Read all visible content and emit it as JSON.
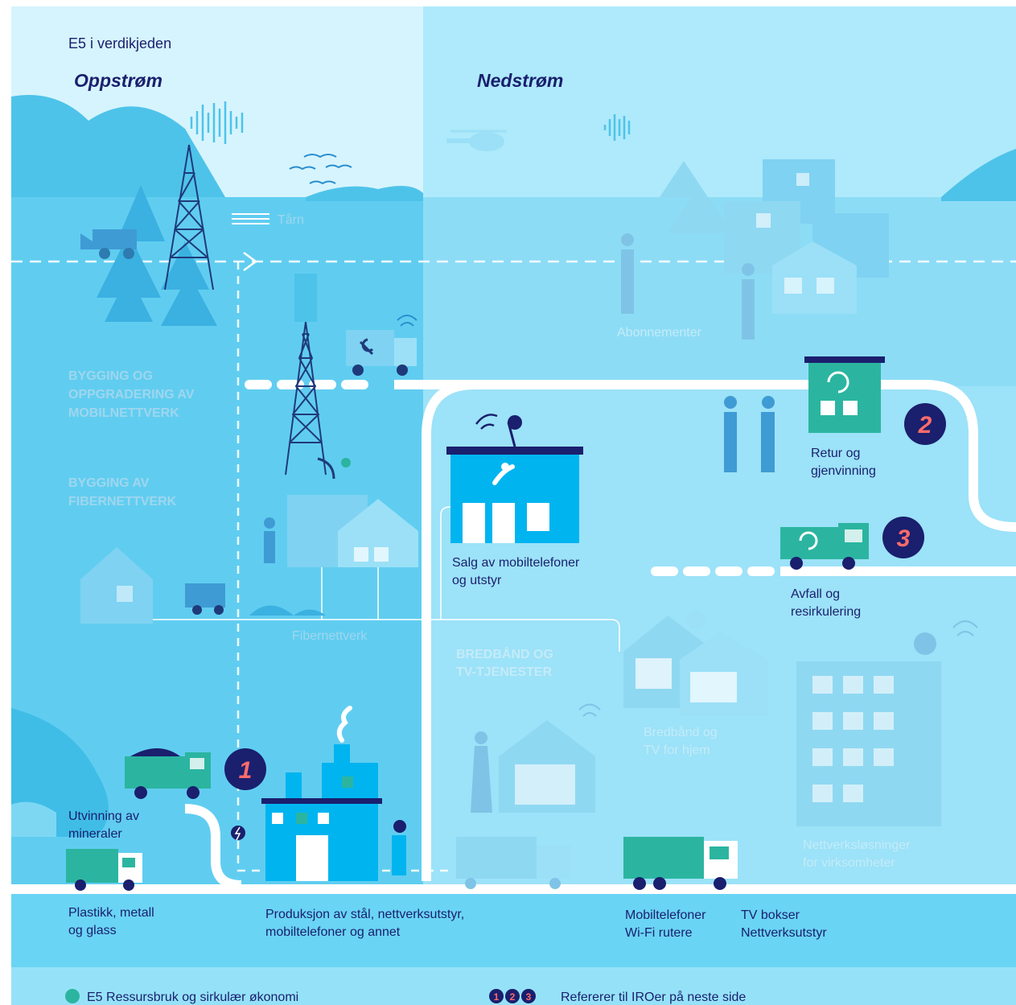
{
  "header": {
    "title": "E5 i verdikjeden",
    "upstream": "Oppstrøm",
    "downstream": "Nedstrøm"
  },
  "labels": {
    "tower": "Tårn",
    "subscriptions": "Abonnementer",
    "mobile_network": [
      "BYGGING OG",
      "OPPGRADERING AV",
      "MOBILNETTVERK"
    ],
    "fiber_network_build": [
      "BYGGING AV",
      "FIBERNETTVERK"
    ],
    "fiber_network": "Fibernettverk",
    "broadband_tv_services": [
      "BREDBÅND OG",
      "TV-TJENESTER"
    ],
    "broadband_home": [
      "Bredbånd og",
      "TV for hjem"
    ],
    "business_network": [
      "Nettverksløsninger",
      "for virksomheter"
    ],
    "sales": [
      "Salg av mobiltelefoner",
      "og utstyr"
    ],
    "return_recycling": [
      "Retur og",
      "gjenvinning"
    ],
    "waste_recycling": [
      "Avfall og",
      "resirkulering"
    ],
    "mineral_extraction": [
      "Utvinning av",
      "mineraler"
    ],
    "plastics": [
      "Plastikk, metall",
      "og glass"
    ],
    "production": [
      "Produksjon av stål, nettverksutstyr,",
      "mobiltelefoner og annet"
    ],
    "mobile_phones": [
      "Mobiltelefoner",
      "Wi-Fi rutere"
    ],
    "tv_boxes": [
      "TV bokser",
      "Nettverksutstyr"
    ]
  },
  "markers": [
    "1",
    "2",
    "3"
  ],
  "legend": {
    "e5": "E5 Ressursbruk og sirkulær økonomi",
    "markers": [
      "1",
      "2",
      "3"
    ],
    "iro": "Refererer til IROer på neste side"
  },
  "colors": {
    "navy": "#1a1f6e",
    "accent": "#ff6b6b",
    "teal": "#2bb5a0",
    "blue_bright": "#00b4f0",
    "sky": "#d6f4fd",
    "sky_downstream": "#aeeafb"
  }
}
